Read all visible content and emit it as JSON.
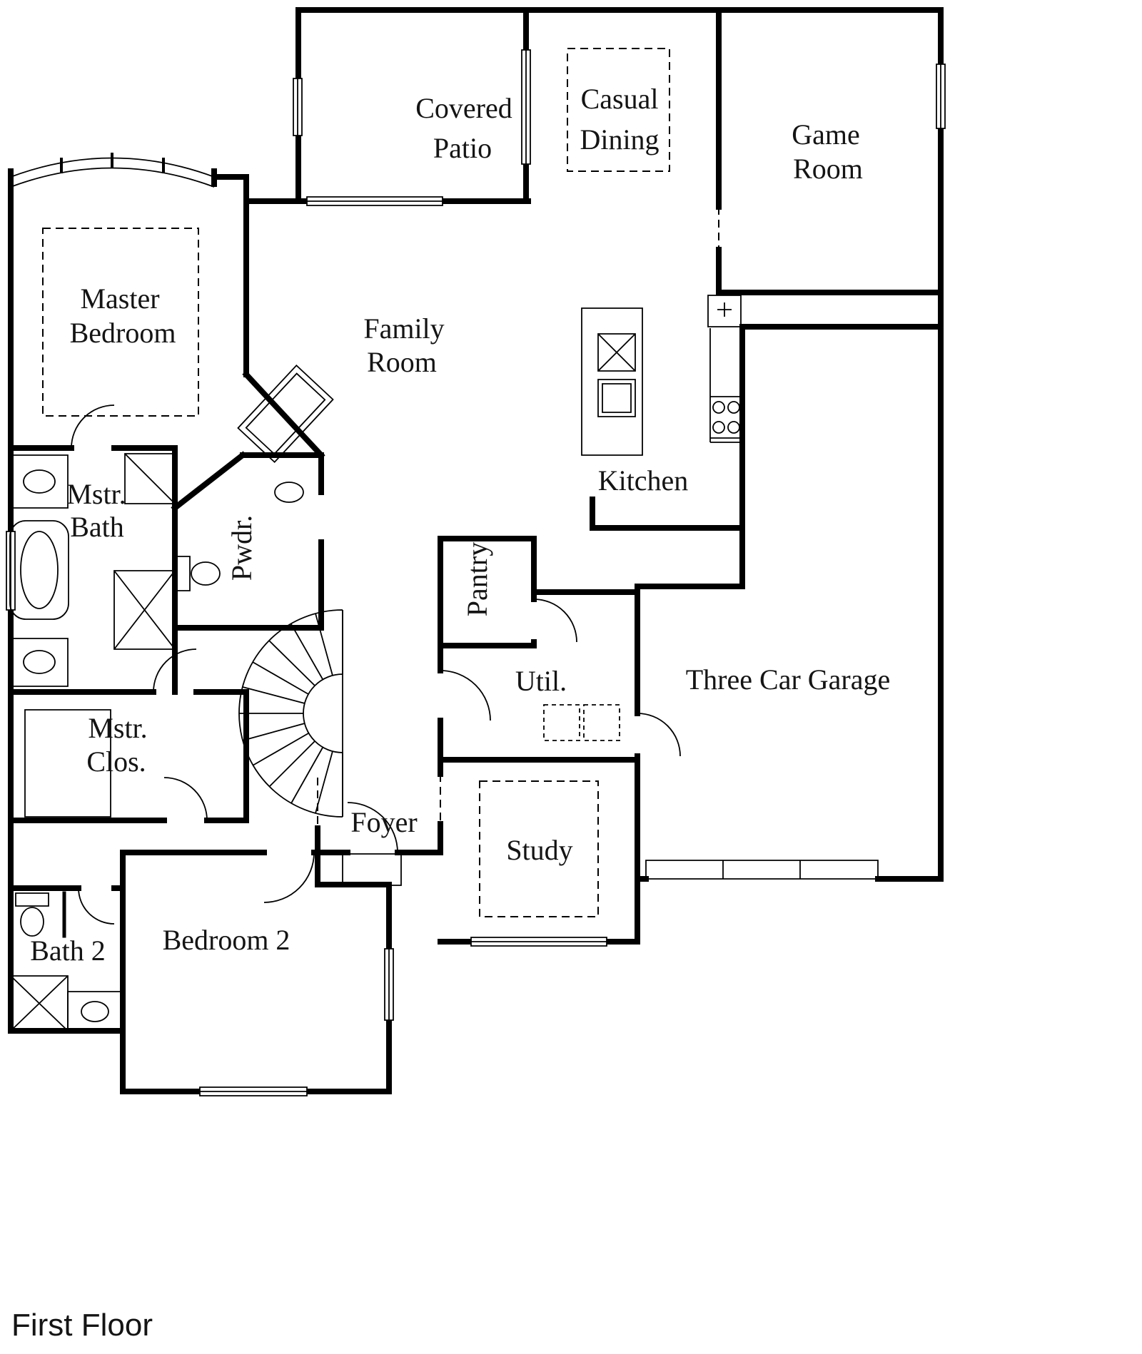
{
  "title": "First Floor",
  "rooms": {
    "covered_patio": {
      "line1": "Covered",
      "line2": "Patio"
    },
    "casual_dining": {
      "line1": "Casual",
      "line2": "Dining"
    },
    "game_room": {
      "line1": "Game",
      "line2": "Room"
    },
    "master_bedroom": {
      "line1": "Master",
      "line2": "Bedroom"
    },
    "family_room": {
      "line1": "Family",
      "line2": "Room"
    },
    "kitchen": {
      "label": "Kitchen"
    },
    "master_bath": {
      "line1": "Mstr.",
      "line2": "Bath"
    },
    "powder": {
      "label": "Pwdr."
    },
    "pantry": {
      "label": "Pantry"
    },
    "utility": {
      "label": "Util."
    },
    "garage": {
      "label": "Three Car Garage"
    },
    "master_closet": {
      "line1": "Mstr.",
      "line2": "Clos."
    },
    "foyer": {
      "label": "Foyer"
    },
    "study": {
      "label": "Study"
    },
    "bath_2": {
      "label": "Bath 2"
    },
    "bedroom_2": {
      "label": "Bedroom 2"
    }
  },
  "colors": {
    "walls": "#000000",
    "background": "#ffffff",
    "text": "#141414"
  }
}
